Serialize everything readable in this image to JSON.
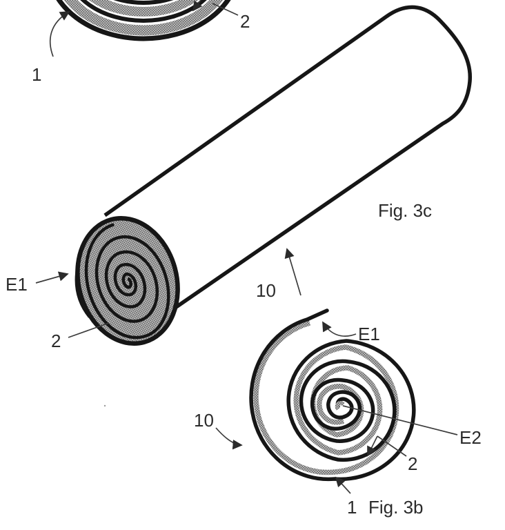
{
  "drawing": {
    "type": "patent-figure",
    "background": "#ffffff",
    "ink_color": "#161616",
    "coating_texture_color": "#9a9a9a",
    "figures": {
      "top_partial_roll": {
        "description": "partial rolled cross-section, cut off at top edge",
        "ref1": "1",
        "ref2": "2"
      },
      "fig3c": {
        "caption": "Fig. 3c",
        "description": "rolled cylinder with spiral end face",
        "e1": "E1",
        "ref2": "2",
        "ref10": "10"
      },
      "fig3b": {
        "caption": "Fig. 3b",
        "description": "spiral cross-section of rolled sheet with coating band",
        "e1": "E1",
        "e2": "E2",
        "ref1": "1",
        "ref2": "2",
        "ref10": "10"
      }
    }
  }
}
